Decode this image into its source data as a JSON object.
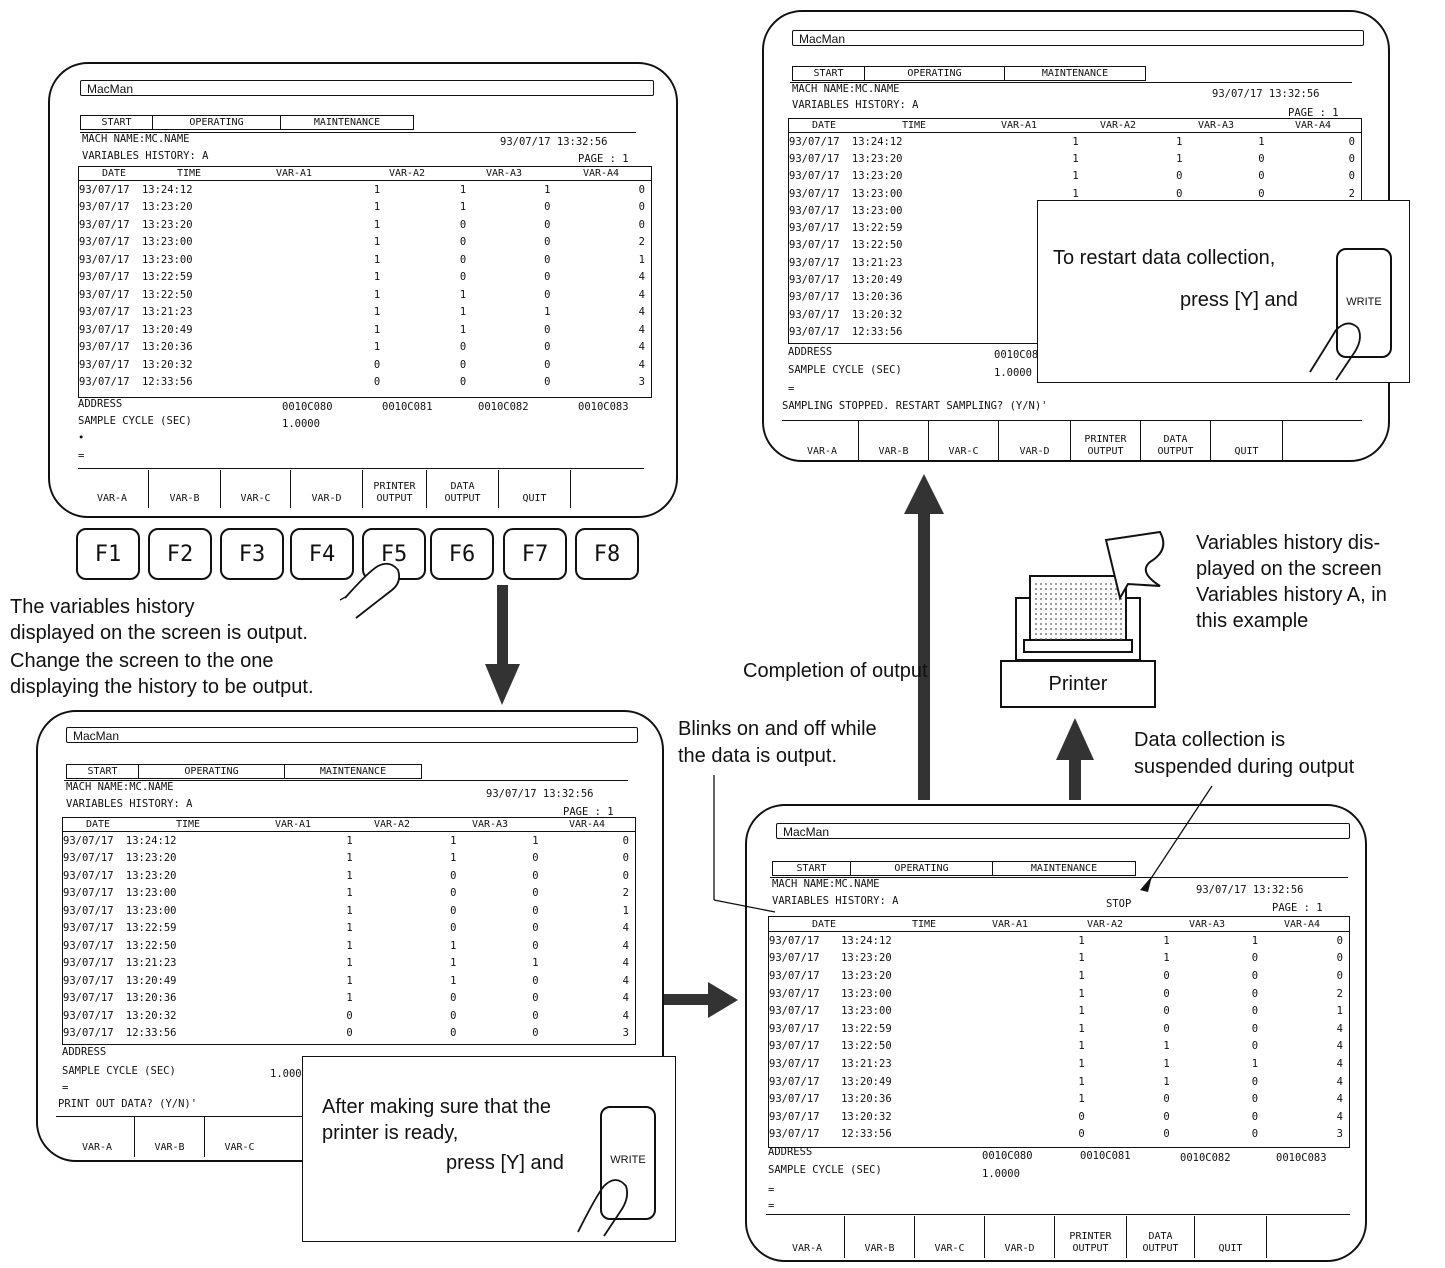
{
  "screen": {
    "app_title": "MacMan",
    "tabs": [
      "START",
      "OPERATING",
      "MAINTENANCE"
    ],
    "mach_name": "MACH NAME:MC.NAME",
    "datetime": "93/07/17  13:32:56",
    "history_title": "VARIABLES HISTORY: A",
    "page": "PAGE : 1",
    "stop_label": "STOP",
    "columns": [
      "DATE",
      "TIME",
      "VAR-A1",
      "VAR-A2",
      "VAR-A3",
      "VAR-A4"
    ],
    "rows": [
      [
        "93/07/17",
        "13:24:12",
        "1",
        "1",
        "1",
        "0"
      ],
      [
        "93/07/17",
        "13:23:20",
        "1",
        "1",
        "0",
        "0"
      ],
      [
        "93/07/17",
        "13:23:20",
        "1",
        "0",
        "0",
        "0"
      ],
      [
        "93/07/17",
        "13:23:00",
        "1",
        "0",
        "0",
        "2"
      ],
      [
        "93/07/17",
        "13:23:00",
        "1",
        "0",
        "0",
        "1"
      ],
      [
        "93/07/17",
        "13:22:59",
        "1",
        "0",
        "0",
        "4"
      ],
      [
        "93/07/17",
        "13:22:50",
        "1",
        "1",
        "0",
        "4"
      ],
      [
        "93/07/17",
        "13:21:23",
        "1",
        "1",
        "1",
        "4"
      ],
      [
        "93/07/17",
        "13:20:49",
        "1",
        "1",
        "0",
        "4"
      ],
      [
        "93/07/17",
        "13:20:36",
        "1",
        "0",
        "0",
        "4"
      ],
      [
        "93/07/17",
        "13:20:32",
        "0",
        "0",
        "0",
        "4"
      ],
      [
        "93/07/17",
        "12:33:56",
        "0",
        "0",
        "0",
        "3"
      ]
    ],
    "address_label": "ADDRESS",
    "addresses": [
      "0010C080",
      "0010C081",
      "0010C082",
      "0010C083"
    ],
    "sample_cycle_label": "SAMPLE CYCLE (SEC)",
    "sample_cycle_value": "1.0000",
    "softkeys": [
      {
        "top": "",
        "bottom": "VAR-A"
      },
      {
        "top": "",
        "bottom": "VAR-B"
      },
      {
        "top": "",
        "bottom": "VAR-C"
      },
      {
        "top": "",
        "bottom": "VAR-D"
      },
      {
        "top": "PRINTER",
        "bottom": "OUTPUT"
      },
      {
        "top": "DATA",
        "bottom": "OUTPUT"
      },
      {
        "top": "",
        "bottom": "QUIT"
      },
      {
        "top": "",
        "bottom": ""
      }
    ]
  },
  "prompts": {
    "print_out": "PRINT OUT DATA? (Y/N)'",
    "sampling_stopped": "SAMPLING STOPPED. RESTART SAMPLING? (Y/N)'"
  },
  "function_keys": [
    "F1",
    "F2",
    "F3",
    "F4",
    "F5",
    "F6",
    "F7",
    "F8"
  ],
  "annotations": {
    "output_note": [
      "The variables history",
      "displayed on the screen is output.",
      "Change the screen to the one",
      "displaying the history to be output."
    ],
    "completion": "Completion of output",
    "blinks": [
      "Blinks on and off while",
      "the data is output."
    ],
    "suspended": [
      "Data collection is",
      "suspended during output"
    ],
    "history_displayed": [
      "Variables history dis-",
      "played on the screen",
      "Variables history A, in",
      "this example"
    ],
    "printer": "Printer",
    "printer_ready": [
      "After making sure that the",
      "printer is ready,"
    ],
    "press_y": "press [Y] and",
    "restart": "To restart data collection,",
    "write_key": "WRITE"
  }
}
